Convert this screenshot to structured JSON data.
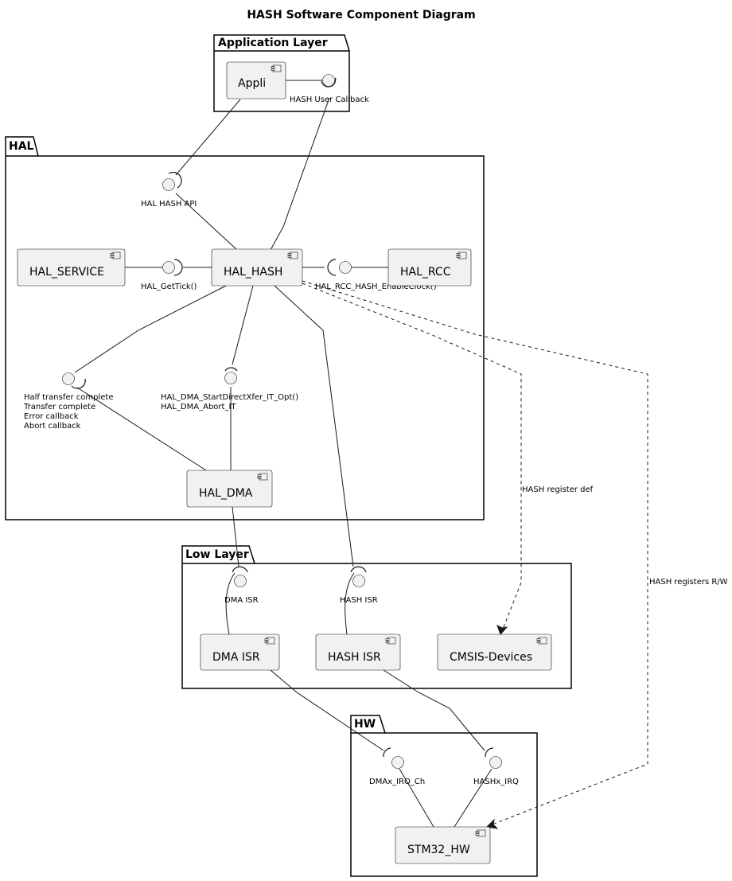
{
  "title": "HASH Software Component Diagram",
  "packages": {
    "app": "Application Layer",
    "hal": "HAL",
    "low": "Low Layer",
    "hw": "HW"
  },
  "components": {
    "appli": "Appli",
    "hal_service": "HAL_SERVICE",
    "hal_hash": "HAL_HASH",
    "hal_rcc": "HAL_RCC",
    "hal_dma": "HAL_DMA",
    "dma_isr": "DMA ISR",
    "hash_isr": "HASH ISR",
    "cmsis": "CMSIS-Devices",
    "stm32_hw": "STM32_HW"
  },
  "interfaces": {
    "user_callback": "HASH User Callback",
    "hal_hash_api": "HAL HASH API",
    "get_tick": "HAL_GetTick()",
    "rcc_clock": "HAL_RCC_HASH_EnableClock()",
    "dma_callbacks": [
      "Half transfer complete",
      "Transfer complete",
      "Error callback",
      "Abort callback"
    ],
    "dma_api": [
      "HAL_DMA_StartDirectXfer_IT_Opt()",
      "HAL_DMA_Abort_IT"
    ],
    "dma_isr_if": "DMA ISR",
    "hash_isr_if": "HASH ISR",
    "dmax_irq": "DMAx_IRQ_Ch",
    "hashx_irq": "HASHx_IRQ"
  },
  "edge_labels": {
    "register_def": "HASH register def",
    "registers_rw": "HASH registers R/W"
  }
}
